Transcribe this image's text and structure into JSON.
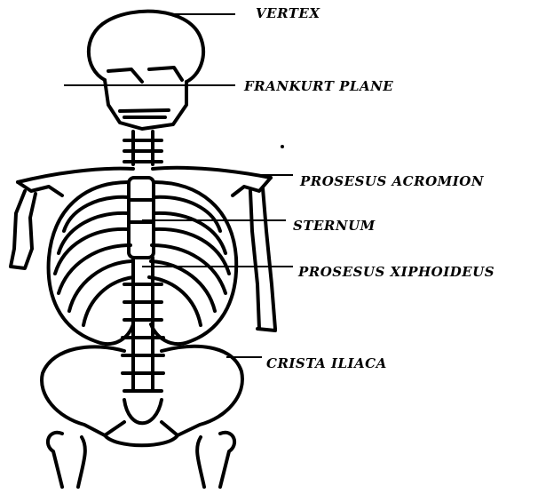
{
  "figure": {
    "labels": {
      "vertex": "VERTEX",
      "frankfurt_plane": "FRANKURT PLANE",
      "acromion": "PROSESUS ACROMION",
      "sternum": "STERNUM",
      "xiphoideus": "PROSESUS XIPHOIDEUS",
      "crista_iliaca": "CRISTA ILIACA"
    },
    "colors": {
      "ink": "#000000",
      "paper": "#ffffff"
    }
  }
}
